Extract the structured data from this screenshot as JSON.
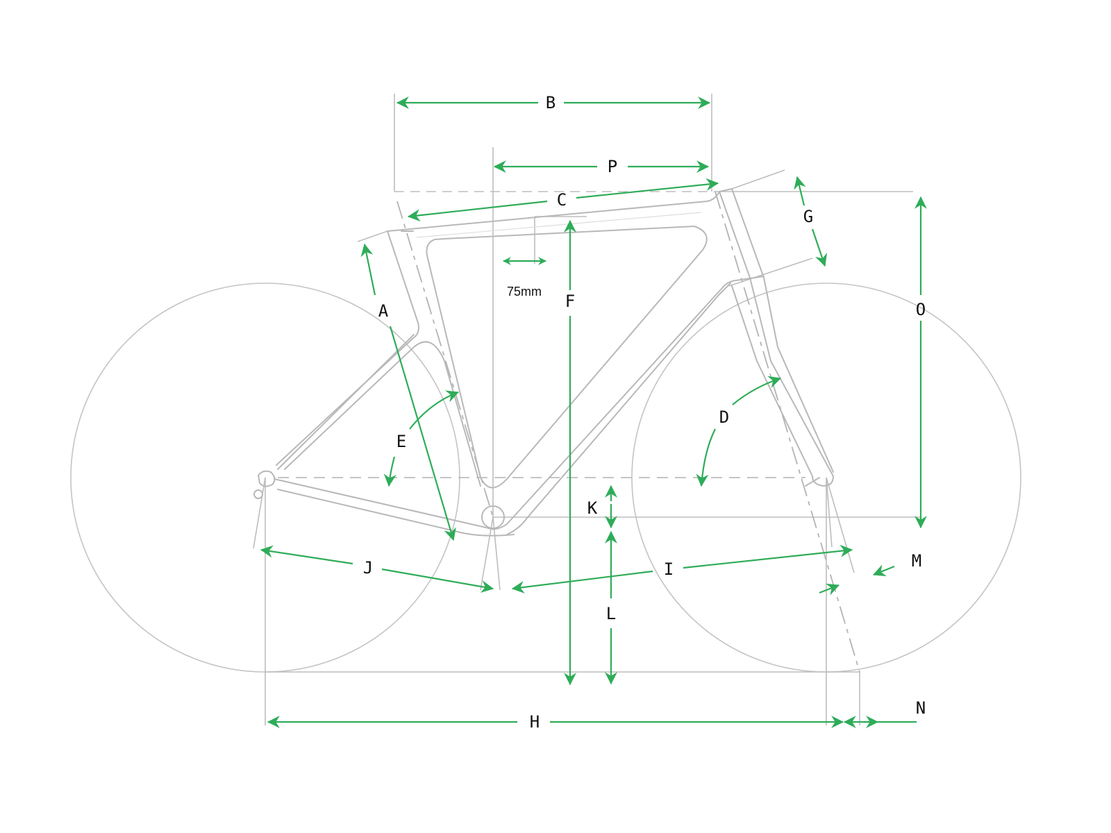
{
  "diagram": {
    "title": "Bicycle frame geometry diagram",
    "accent_color": "#2eac58",
    "line_color": "#bdbdbd",
    "label_color": "#111111",
    "reference_note": "75mm",
    "labels": {
      "A": "A",
      "B": "B",
      "C": "C",
      "D": "D",
      "E": "E",
      "F": "F",
      "G": "G",
      "H": "H",
      "I": "I",
      "J": "J",
      "K": "K",
      "L": "L",
      "M": "M",
      "N": "N",
      "O": "O",
      "P": "P"
    }
  }
}
